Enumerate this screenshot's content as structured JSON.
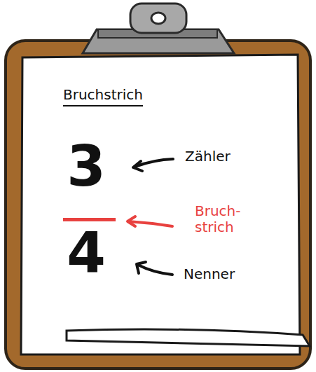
{
  "diagram": {
    "title": "Bruchstrich",
    "labels": [
      "3",
      "Zähler",
      "Bruch- strich",
      "4",
      "Nenner"
    ]
  }
}
